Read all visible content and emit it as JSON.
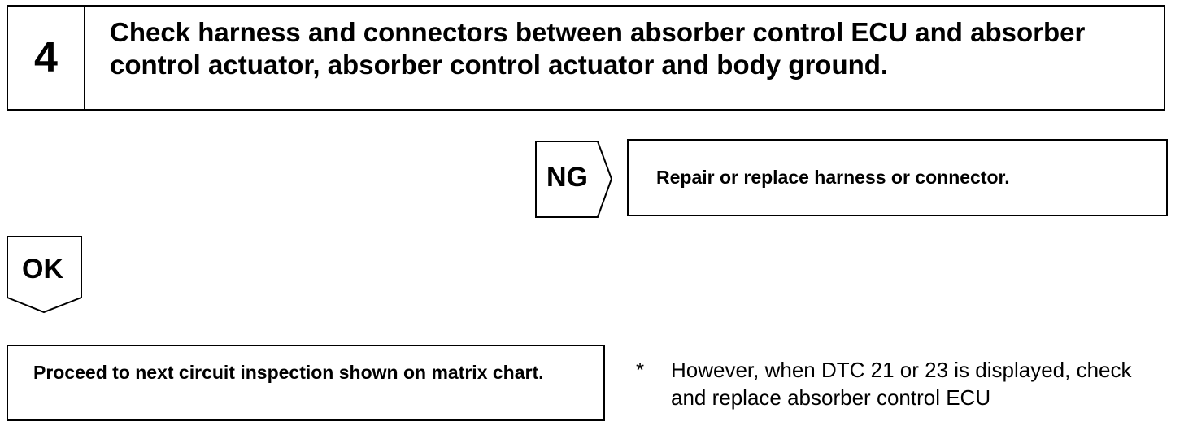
{
  "step": {
    "number": "4",
    "title": "Check harness and connectors between absorber control ECU and absorber control actuator, absorber control actuator and body ground."
  },
  "ng_branch": {
    "label": "NG",
    "action": "Repair or replace harness or connector."
  },
  "ok_branch": {
    "label": "OK",
    "action": "Proceed to next circuit inspection shown on matrix chart."
  },
  "note": {
    "marker": "*",
    "text": "However, when DTC 21 or 23 is displayed, check and replace absorber control ECU"
  }
}
